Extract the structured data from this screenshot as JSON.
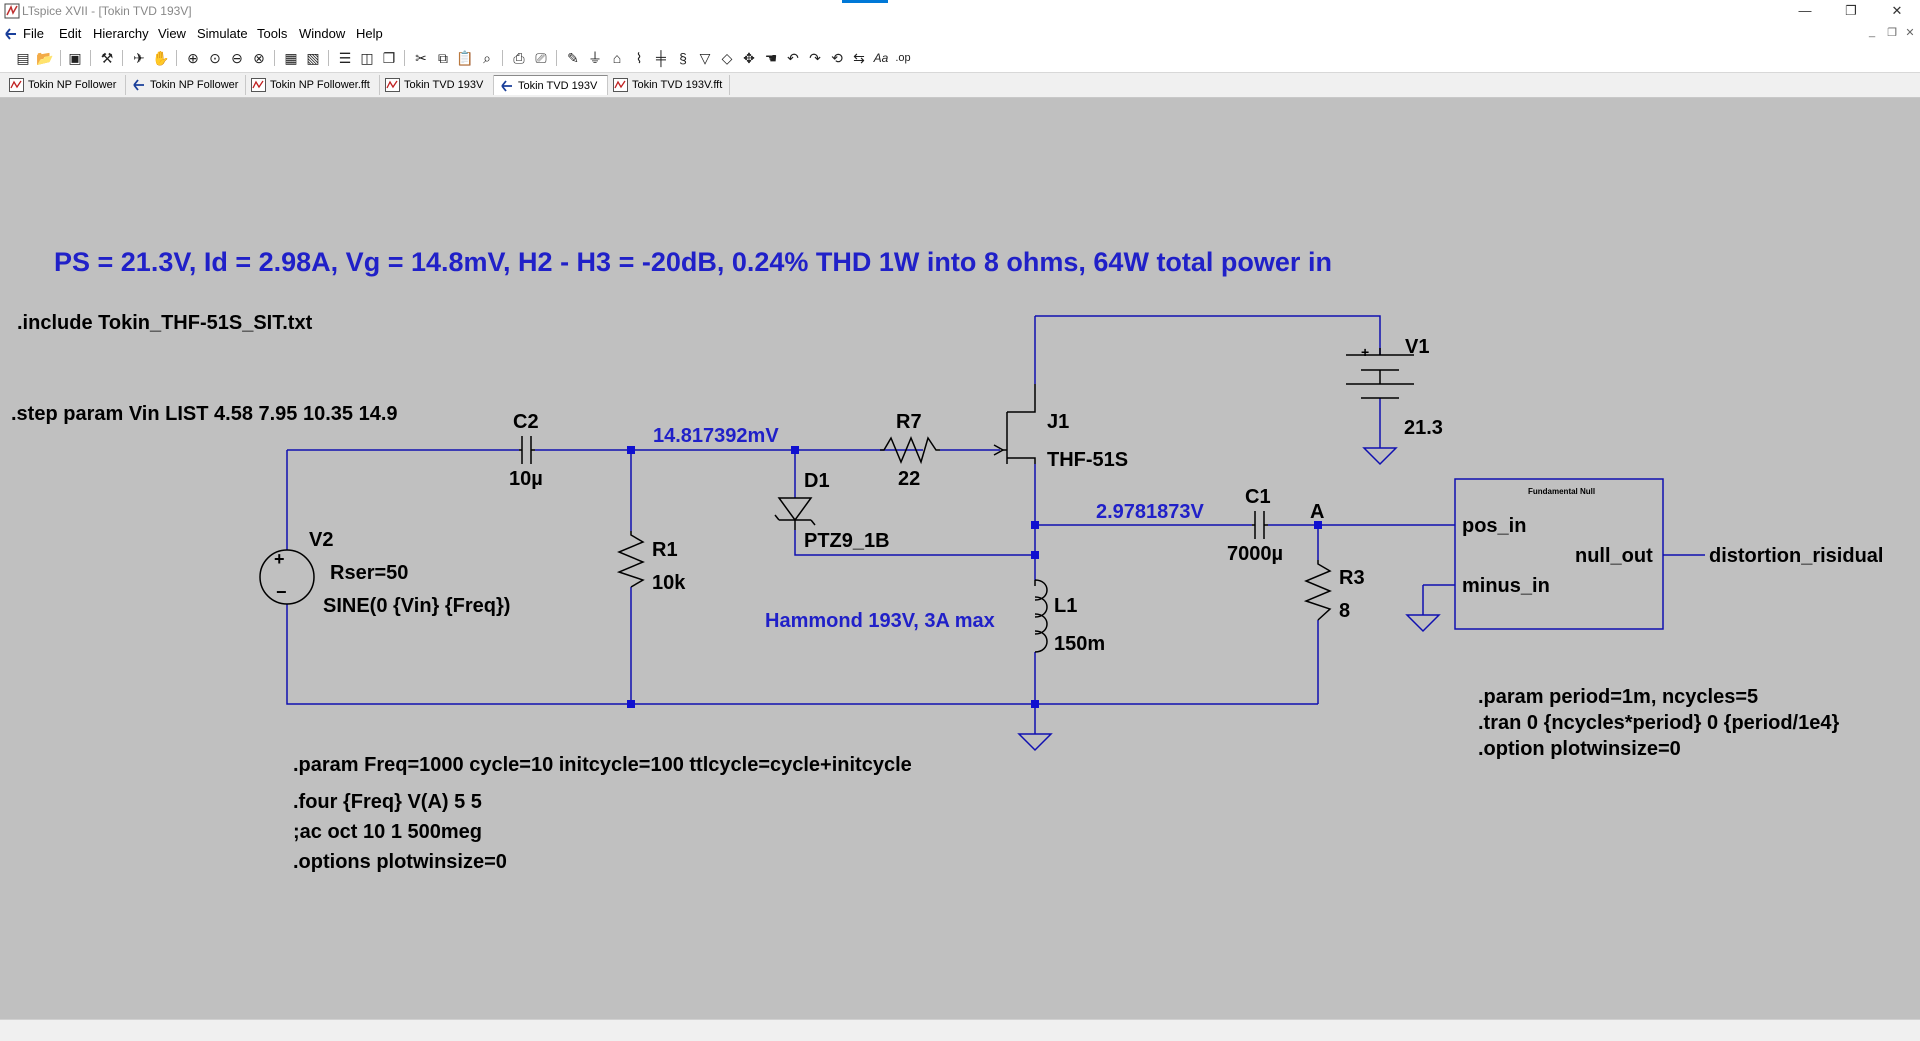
{
  "window": {
    "title": "LTspice XVII - [Tokin TVD 193V]",
    "controls": {
      "minimize": "—",
      "restore": "❐",
      "close": "✕"
    }
  },
  "menu": {
    "items": [
      "File",
      "Edit",
      "Hierarchy",
      "View",
      "Simulate",
      "Tools",
      "Window",
      "Help"
    ],
    "mdi": {
      "minimize": "_",
      "restore": "❐",
      "close": "✕"
    }
  },
  "toolbar": {
    "icons": [
      "new-schematic-icon",
      "open-icon",
      "save-icon",
      "control-panel-icon",
      "run-icon",
      "halt-icon",
      "zoom-in-icon",
      "zoom-full-icon",
      "zoom-out-icon",
      "zoom-cancel-icon",
      "autorange-icon",
      "fft-icon",
      "tile-horizontal-icon",
      "tile-vertical-icon",
      "cascade-icon",
      "cut-icon",
      "copy-icon",
      "paste-icon",
      "find-icon",
      "print-icon",
      "print-setup-icon",
      "draw-wire-icon",
      "ground-icon",
      "label-net-icon",
      "resistor-icon",
      "capacitor-icon",
      "inductor-icon",
      "diode-icon",
      "component-icon",
      "move-icon",
      "drag-icon",
      "undo-icon",
      "redo-icon",
      "rotate-icon",
      "mirror-icon",
      "text-icon",
      "spice-directive-icon"
    ]
  },
  "tabs": [
    {
      "label": "Tokin NP Follower",
      "kind": "waveform"
    },
    {
      "label": "Tokin NP Follower",
      "kind": "schematic"
    },
    {
      "label": "Tokin NP Follower.fft",
      "kind": "waveform"
    },
    {
      "label": "Tokin TVD 193V",
      "kind": "waveform"
    },
    {
      "label": "Tokin TVD 193V",
      "kind": "schematic",
      "active": true
    },
    {
      "label": "Tokin TVD 193V.fft",
      "kind": "waveform"
    }
  ],
  "schematic": {
    "headline": "PS = 21.3V, Id = 2.98A, Vg = 14.8mV, H2 - H3 = -20dB, 0.24% THD 1W into 8 ohms, 64W total power in",
    "directives": {
      "include": ".include Tokin_THF-51S_SIT.txt",
      "step": ".step param Vin LIST 4.58 7.95 10.35 14.9",
      "param_freq": ".param Freq=1000 cycle=10 initcycle=100 ttlcycle=cycle+initcycle",
      "four": ".four {Freq} V(A) 5 5",
      "ac": ";ac oct 10 1 500meg",
      "options": ".options plotwinsize=0",
      "param_period": ".param period=1m, ncycles=5",
      "tran": ".tran 0 {ncycles*period} 0 {period/1e4}",
      "option": ".option plotwinsize=0"
    },
    "components": {
      "V1": {
        "name": "V1",
        "value": "21.3",
        "plus": "+"
      },
      "V2": {
        "name": "V2",
        "rser": "Rser=50",
        "value": "SINE(0 {Vin} {Freq})"
      },
      "C1": {
        "name": "C1",
        "value": "7000µ"
      },
      "C2": {
        "name": "C2",
        "value": "10µ"
      },
      "R1": {
        "name": "R1",
        "value": "10k"
      },
      "R3": {
        "name": "R3",
        "value": "8"
      },
      "R7": {
        "name": "R7",
        "value": "22"
      },
      "D1": {
        "name": "D1",
        "value": "PTZ9_1B"
      },
      "J1": {
        "name": "J1",
        "value": "THF-51S"
      },
      "L1": {
        "name": "L1",
        "value": "150m"
      }
    },
    "comments": {
      "inductor_note": "Hammond 193V, 3A max"
    },
    "net_labels": {
      "gate_voltage": "14.817392mV",
      "drain_voltage": "2.9781873V",
      "node_a": "A"
    },
    "subcircuit": {
      "title": "Fundamental Null",
      "pins": {
        "pos_in": "pos_in",
        "minus_in": "minus_in",
        "null_out": "null_out"
      },
      "output_net": "distortion_risidual"
    }
  },
  "colors": {
    "canvas": "#c0c0c0",
    "wire": "#1010b0",
    "annotation": "#2020c8",
    "component": "#000000"
  }
}
